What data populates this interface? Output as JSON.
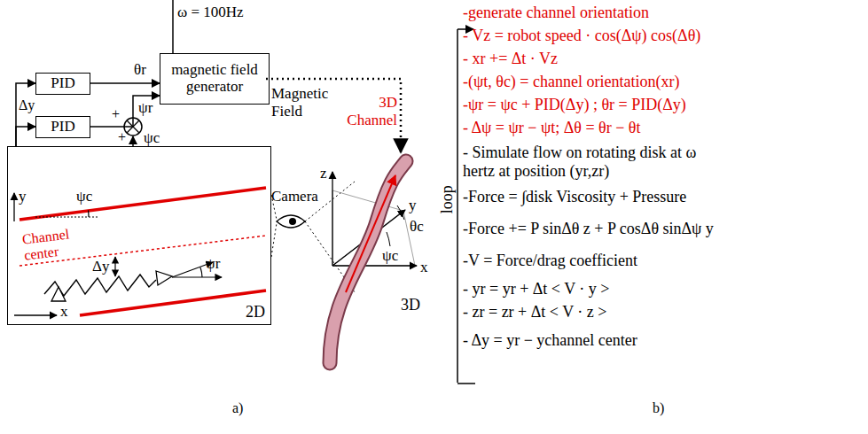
{
  "diagram": {
    "nodes": [
      {
        "text": [
          "PID"
        ]
      },
      {
        "text": [
          "PID"
        ]
      },
      {
        "text": [
          "magnetic field generator"
        ]
      },
      {
        "text": [
          "2D"
        ]
      }
    ],
    "edges": [
      {
        "from": 3,
        "to": 0,
        "arrow": "to"
      },
      {
        "from": 3,
        "to": 1,
        "arrow": "to"
      },
      {
        "from": 0,
        "to": 2,
        "label": "θr",
        "arrow": "to"
      },
      {
        "from": 1,
        "to": 2,
        "label": "ψr",
        "arrow": "to"
      }
    ],
    "labels": [
      "ω = 100Hz",
      "Δy",
      "+",
      "+",
      "ψc",
      "Magnetic Field",
      "3D Channel",
      "y",
      "ψc",
      "Δy",
      "ψr",
      "Channel center",
      "x",
      "Camera",
      "z",
      "θc",
      "y",
      "ψc",
      "x",
      "3D",
      "a)",
      "loop",
      "-generate channel orientation",
      "- Vz = robot speed · cos(Δψ) cos(Δθ)",
      "- xr += Δt · Vz",
      "-(ψt, θc) = channel orientation(xr)",
      "-ψr = ψc + PID(Δy) ; θr = PID(Δy)",
      "- Δψ = ψr − ψt; Δθ = θr − θt",
      "- Simulate flow on rotating disk at ω hertz at position (yr,zr)",
      "-Force = ∫disk Viscosity + Pressure",
      "-Force += P sinΔθ z + P cosΔθ sinΔψ y",
      "-V = Force/drag coefficient",
      "- yr = yr + Δt < V · y >",
      "- zr = zr + Δt < V · z >",
      "- Δy = yr − ychannel center",
      "b)"
    ]
  }
}
